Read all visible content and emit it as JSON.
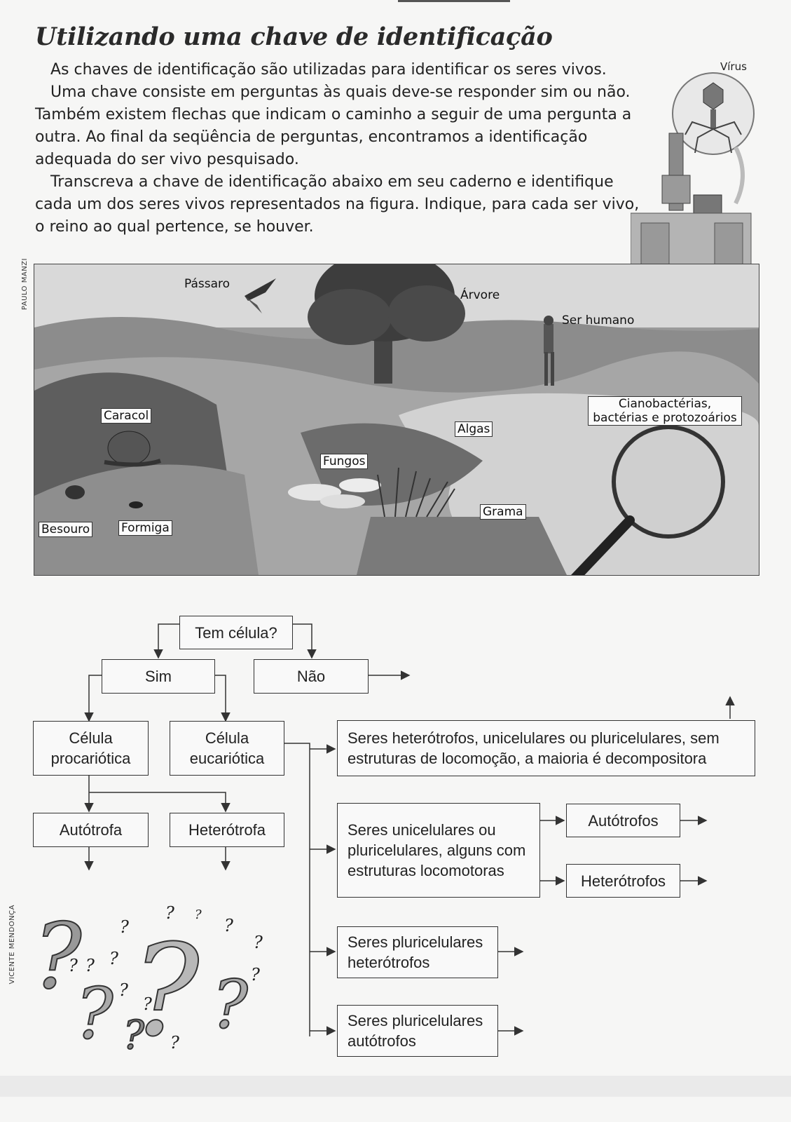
{
  "title": "Utilizando uma chave de identificação",
  "paragraphs": [
    "As chaves de identificação são utilizadas para identificar os seres vivos.",
    "Uma chave consiste em perguntas às quais deve-se responder sim ou não. Também existem flechas que indicam o caminho a seguir de uma pergunta a outra. Ao final da seqüência de perguntas, encontramos a identificação adequada do ser vivo pesquisado.",
    "Transcreva a chave de identificação abaixo em seu caderno e identifique cada um dos seres vivos representados na figura. Indique, para cada ser vivo, o reino ao qual pertence, se houver."
  ],
  "virus_label": "Vírus",
  "credits": {
    "illustration": "PAULO MANZI",
    "question_art": "VICENTE MENDONÇA"
  },
  "scene_labels": {
    "passaro": "Pássaro",
    "arvore": "Árvore",
    "ser_humano": "Ser humano",
    "caracol": "Caracol",
    "cianobacterias": "Cianobactérias, bactérias e protozoários",
    "algas": "Algas",
    "fungos": "Fungos",
    "grama": "Grama",
    "besouro": "Besouro",
    "formiga": "Formiga"
  },
  "key": {
    "tem_celula": "Tem célula?",
    "sim": "Sim",
    "nao": "Não",
    "procariotica": "Célula procariótica",
    "eucariotica": "Célula eucariótica",
    "autotrofa": "Autótrofa",
    "heterotrofa": "Heterótrofa",
    "decompositores": "Seres heterótrofos, unicelulares ou pluricelulares, sem estruturas de locomoção, a maioria é decompositora",
    "unicelulares": "Seres unicelulares ou pluricelulares, alguns com estruturas locomotoras",
    "autotrofos": "Autótrofos",
    "heterotrofos": "Heterótrofos",
    "pluri_heterotrofos": "Seres pluricelulares heterótrofos",
    "pluri_autotrofos": "Seres pluricelulares autótrofos"
  },
  "question_marks": [
    "?",
    "?",
    "?",
    "?",
    "?",
    "?",
    "?",
    "?",
    "?",
    "?",
    "?",
    "?",
    "?",
    "?",
    "?",
    "?",
    "?"
  ]
}
